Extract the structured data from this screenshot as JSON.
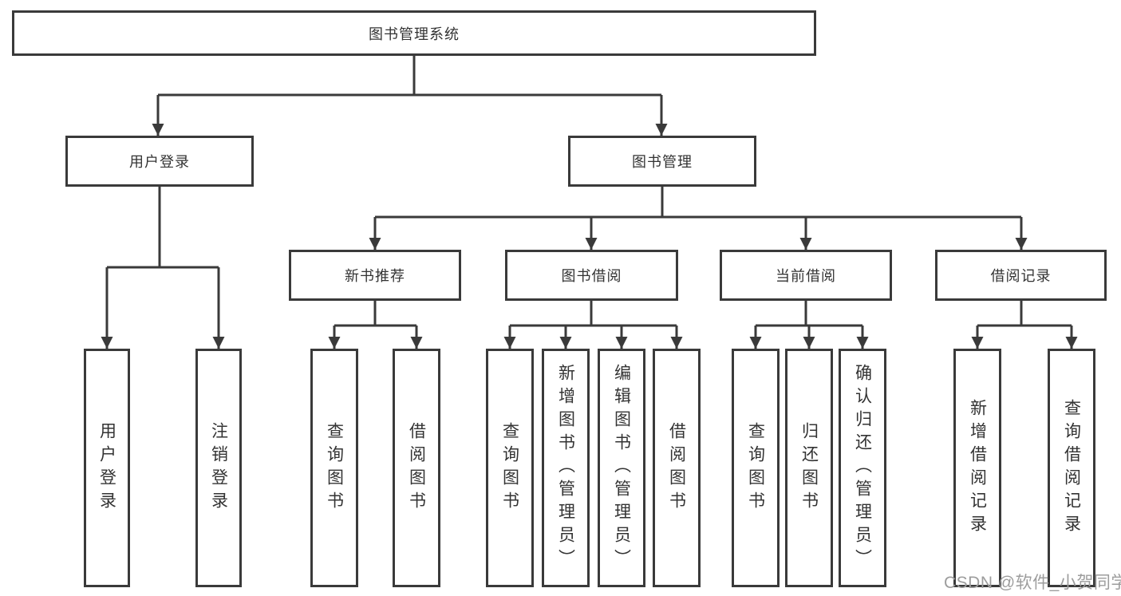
{
  "diagram_title": "图书管理系统",
  "tree": {
    "root": "图书管理系统",
    "children": [
      {
        "label": "用户登录",
        "children": [
          {
            "label": "用户登录"
          },
          {
            "label": "注销登录"
          }
        ]
      },
      {
        "label": "图书管理",
        "children": [
          {
            "label": "新书推荐",
            "children": [
              {
                "label": "查询图书"
              },
              {
                "label": "借阅图书"
              }
            ]
          },
          {
            "label": "图书借阅",
            "children": [
              {
                "label": "查询图书"
              },
              {
                "label": "新增图书（管理员）"
              },
              {
                "label": "编辑图书（管理员）"
              },
              {
                "label": "借阅图书"
              }
            ]
          },
          {
            "label": "当前借阅",
            "children": [
              {
                "label": "查询图书"
              },
              {
                "label": "归还图书"
              },
              {
                "label": "确认归还（管理员）"
              }
            ]
          },
          {
            "label": "借阅记录",
            "children": [
              {
                "label": "新增借阅记录"
              },
              {
                "label": "查询借阅记录"
              }
            ]
          }
        ]
      }
    ]
  },
  "watermark": "CSDN @软件_小贺同学",
  "colors": {
    "line": "#3a3a3a",
    "box_border": "#3a3a3a",
    "text": "#333333",
    "background": "#ffffff",
    "watermark": "#9d9d9d"
  }
}
